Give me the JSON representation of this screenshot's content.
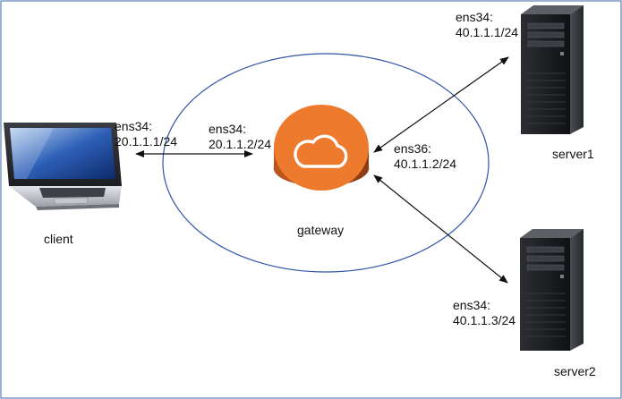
{
  "colors": {
    "border": "#5b7fb5",
    "ellipse": "#2f54a8",
    "gateway_orange": "#ee7a2d",
    "gateway_dark": "#b4561c",
    "arrow": "#111111"
  },
  "icons": {
    "client": "laptop-icon",
    "gateway": "cloud-gateway-icon",
    "server1": "server-tower-icon",
    "server2": "server-tower-icon"
  },
  "nodes": {
    "client": {
      "name": "client",
      "iface": "ens34:",
      "ip": "20.1.1.1/24"
    },
    "gateway": {
      "name": "gateway",
      "iface_left": "ens34:",
      "ip_left": "20.1.1.2/24",
      "iface_right": "ens36:",
      "ip_right": "40.1.1.2/24"
    },
    "server1": {
      "name": "server1",
      "iface": "ens34:",
      "ip": "40.1.1.1/24"
    },
    "server2": {
      "name": "server2",
      "iface": "ens34:",
      "ip": "40.1.1.3/24"
    }
  }
}
